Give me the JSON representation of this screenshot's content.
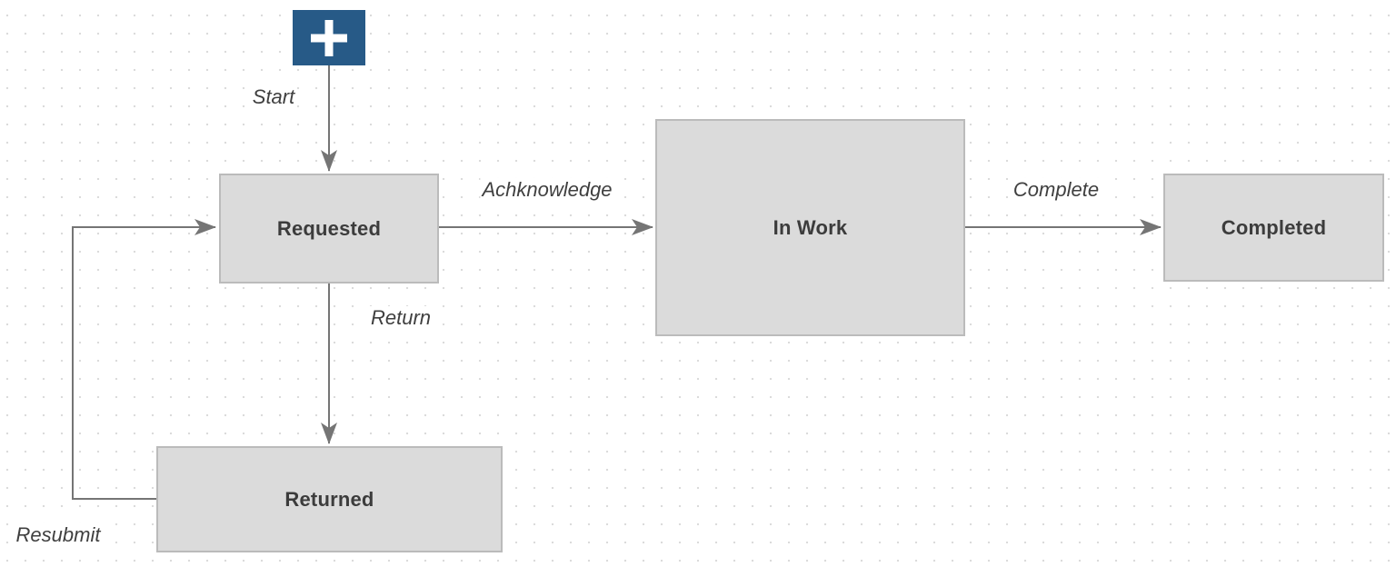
{
  "canvas": {
    "type": "diagram-canvas",
    "grid": "dotted"
  },
  "nodes": {
    "requested": {
      "label": "Requested"
    },
    "in_work": {
      "label": "In Work"
    },
    "completed": {
      "label": "Completed"
    },
    "returned": {
      "label": "Returned"
    }
  },
  "icons": {
    "start_node": "plus-icon"
  },
  "edge_labels": {
    "start": "Start",
    "acknowledge": "Achknowledge",
    "complete": "Complete",
    "return": "Return",
    "resubmit": "Resubmit"
  },
  "colors": {
    "canvas_bg": "#ffffff",
    "grid_dot": "#dbdbdb",
    "node_fill": "#dbdbdb",
    "node_stroke": "#bbbbbb",
    "node_text": "#3c3c3c",
    "edge_color": "#757575",
    "label_text": "#3f3f3f",
    "plus_bg": "#275a87",
    "plus_glyph": "#ffffff"
  }
}
